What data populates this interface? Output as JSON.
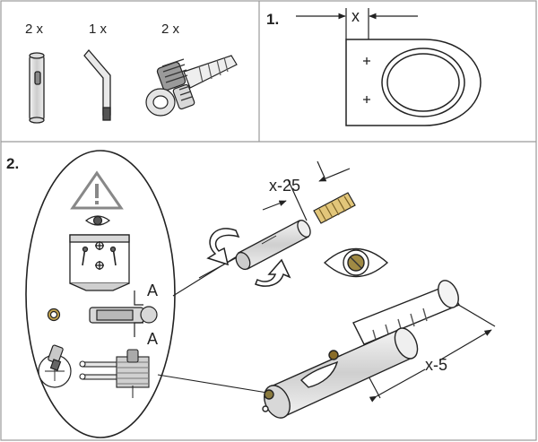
{
  "parts": {
    "sleeve": {
      "qty": "2 x",
      "icon": "sleeve-icon"
    },
    "hex_key": {
      "qty": "1 x",
      "icon": "hex-key-icon"
    },
    "fixing": {
      "qty": "2 x",
      "icon": "fixing-bolt-icon"
    }
  },
  "step1": {
    "number": "1.",
    "dimension": "x"
  },
  "step2": {
    "number": "2.",
    "top_dimension": "x-25",
    "bottom_dimension": "x-5",
    "section_marker_top": "A",
    "section_marker_bottom": "A"
  },
  "icons": [
    "warning-icon",
    "eye-icon",
    "rotate-arrow-icon"
  ],
  "colors": {
    "line": "#222222",
    "frame": "#9a9a9a",
    "fill_light": "#e8e8e8",
    "fill_mid": "#c9c9c9",
    "fill_dark": "#8f8f8f"
  }
}
